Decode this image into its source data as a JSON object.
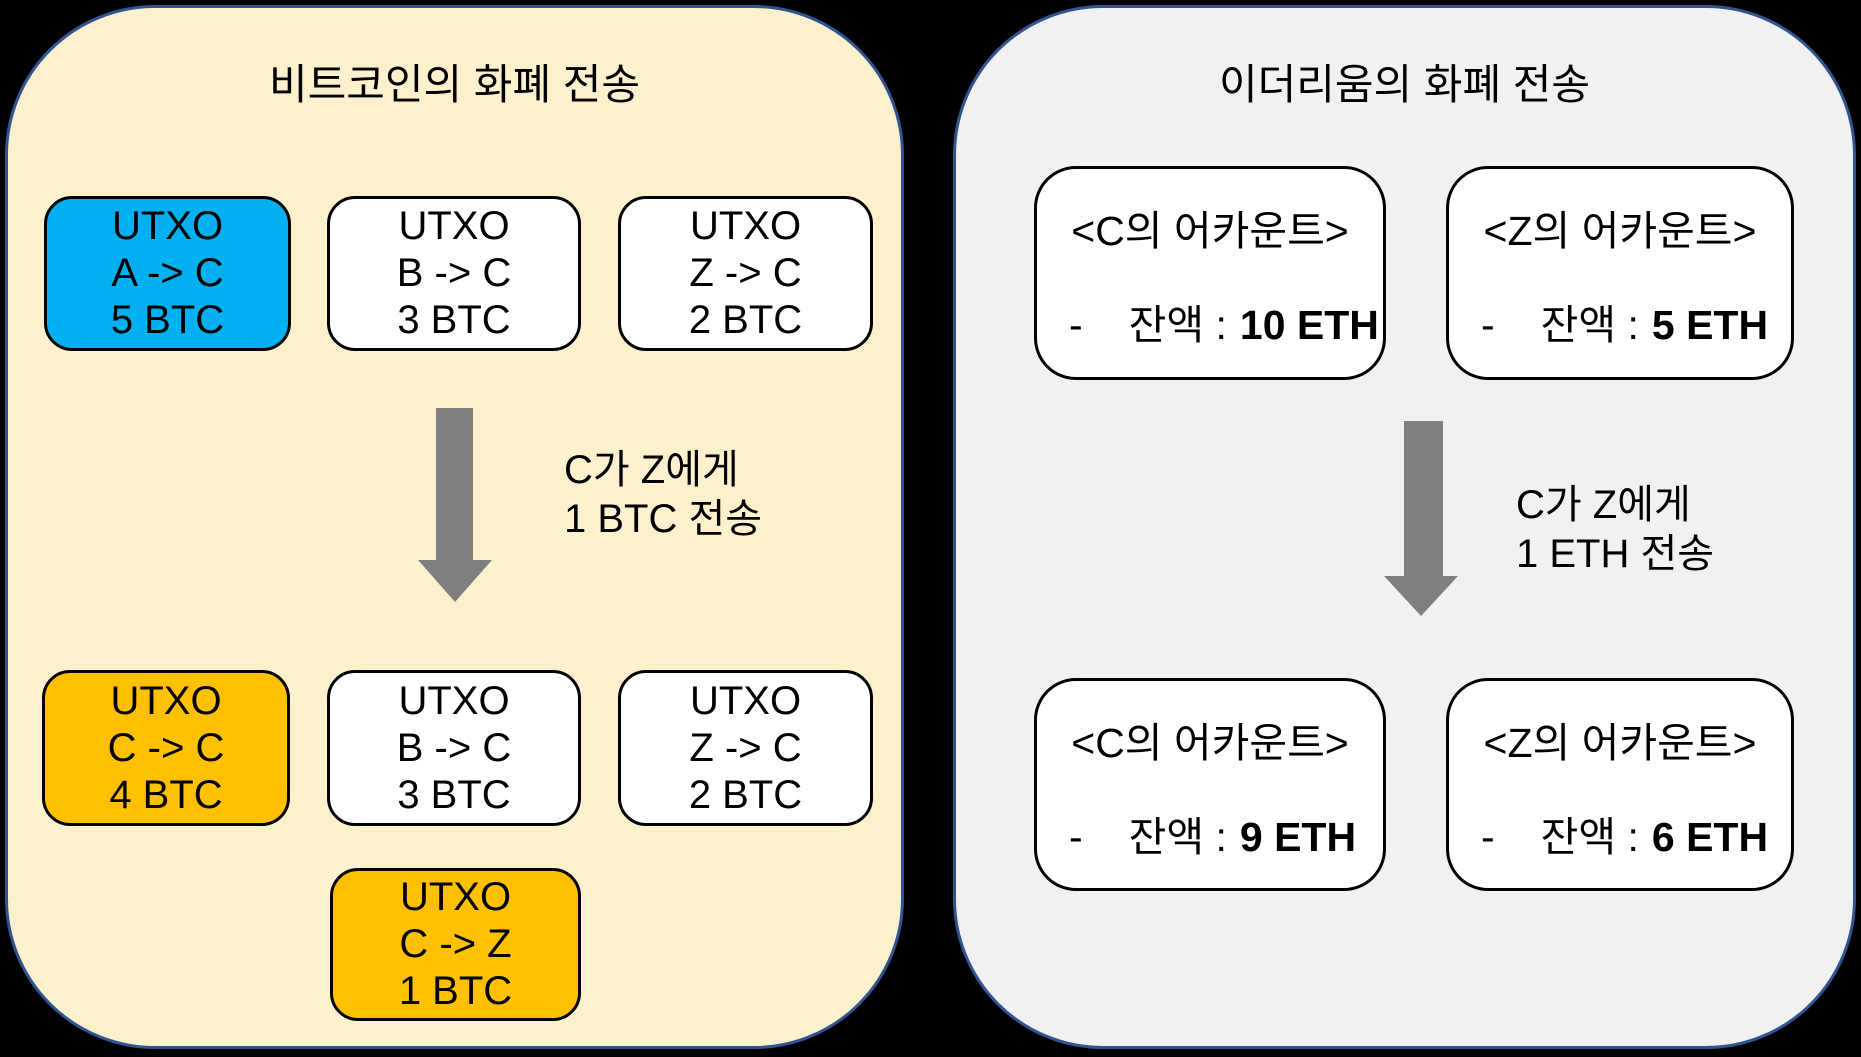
{
  "colors": {
    "background": "#000000",
    "bitcoin_panel_fill": "#FDF0CD",
    "ethereum_panel_fill": "#F1F1F1",
    "panel_border": "#2F5491",
    "highlight_blue": "#00B0F0",
    "highlight_orange": "#FFC000",
    "arrow_gray": "#7F7F7F"
  },
  "bitcoin_panel": {
    "title": "비트코인의 화폐 전송",
    "utxo_before": [
      {
        "line1": "UTXO",
        "line2": "A -> C",
        "line3": "5 BTC"
      },
      {
        "line1": "UTXO",
        "line2": "B -> C",
        "line3": "3 BTC"
      },
      {
        "line1": "UTXO",
        "line2": "Z -> C",
        "line3": "2 BTC"
      }
    ],
    "transfer": {
      "line1": "C가 Z에게",
      "line2": "1 BTC 전송"
    },
    "utxo_after": [
      {
        "line1": "UTXO",
        "line2": "C -> C",
        "line3": "4 BTC"
      },
      {
        "line1": "UTXO",
        "line2": "B -> C",
        "line3": "3 BTC"
      },
      {
        "line1": "UTXO",
        "line2": "Z -> C",
        "line3": "2 BTC"
      }
    ],
    "utxo_new": {
      "line1": "UTXO",
      "line2": "C -> Z",
      "line3": "1 BTC"
    }
  },
  "ethereum_panel": {
    "title": "이더리움의 화폐 전송",
    "accounts_before": [
      {
        "name": "<C의 어카운트>",
        "dash": "-",
        "balance_prefix": "잔액 :",
        "balance_value": "10 ETH"
      },
      {
        "name": "<Z의 어카운트>",
        "dash": "-",
        "balance_prefix": "잔액 :",
        "balance_value": "5 ETH"
      }
    ],
    "transfer": {
      "line1": "C가 Z에게",
      "line2": "1 ETH 전송"
    },
    "accounts_after": [
      {
        "name": "<C의 어카운트>",
        "dash": "-",
        "balance_prefix": "잔액 :",
        "balance_value": "9 ETH"
      },
      {
        "name": "<Z의 어카운트>",
        "dash": "-",
        "balance_prefix": "잔액 :",
        "balance_value": "6 ETH"
      }
    ]
  }
}
